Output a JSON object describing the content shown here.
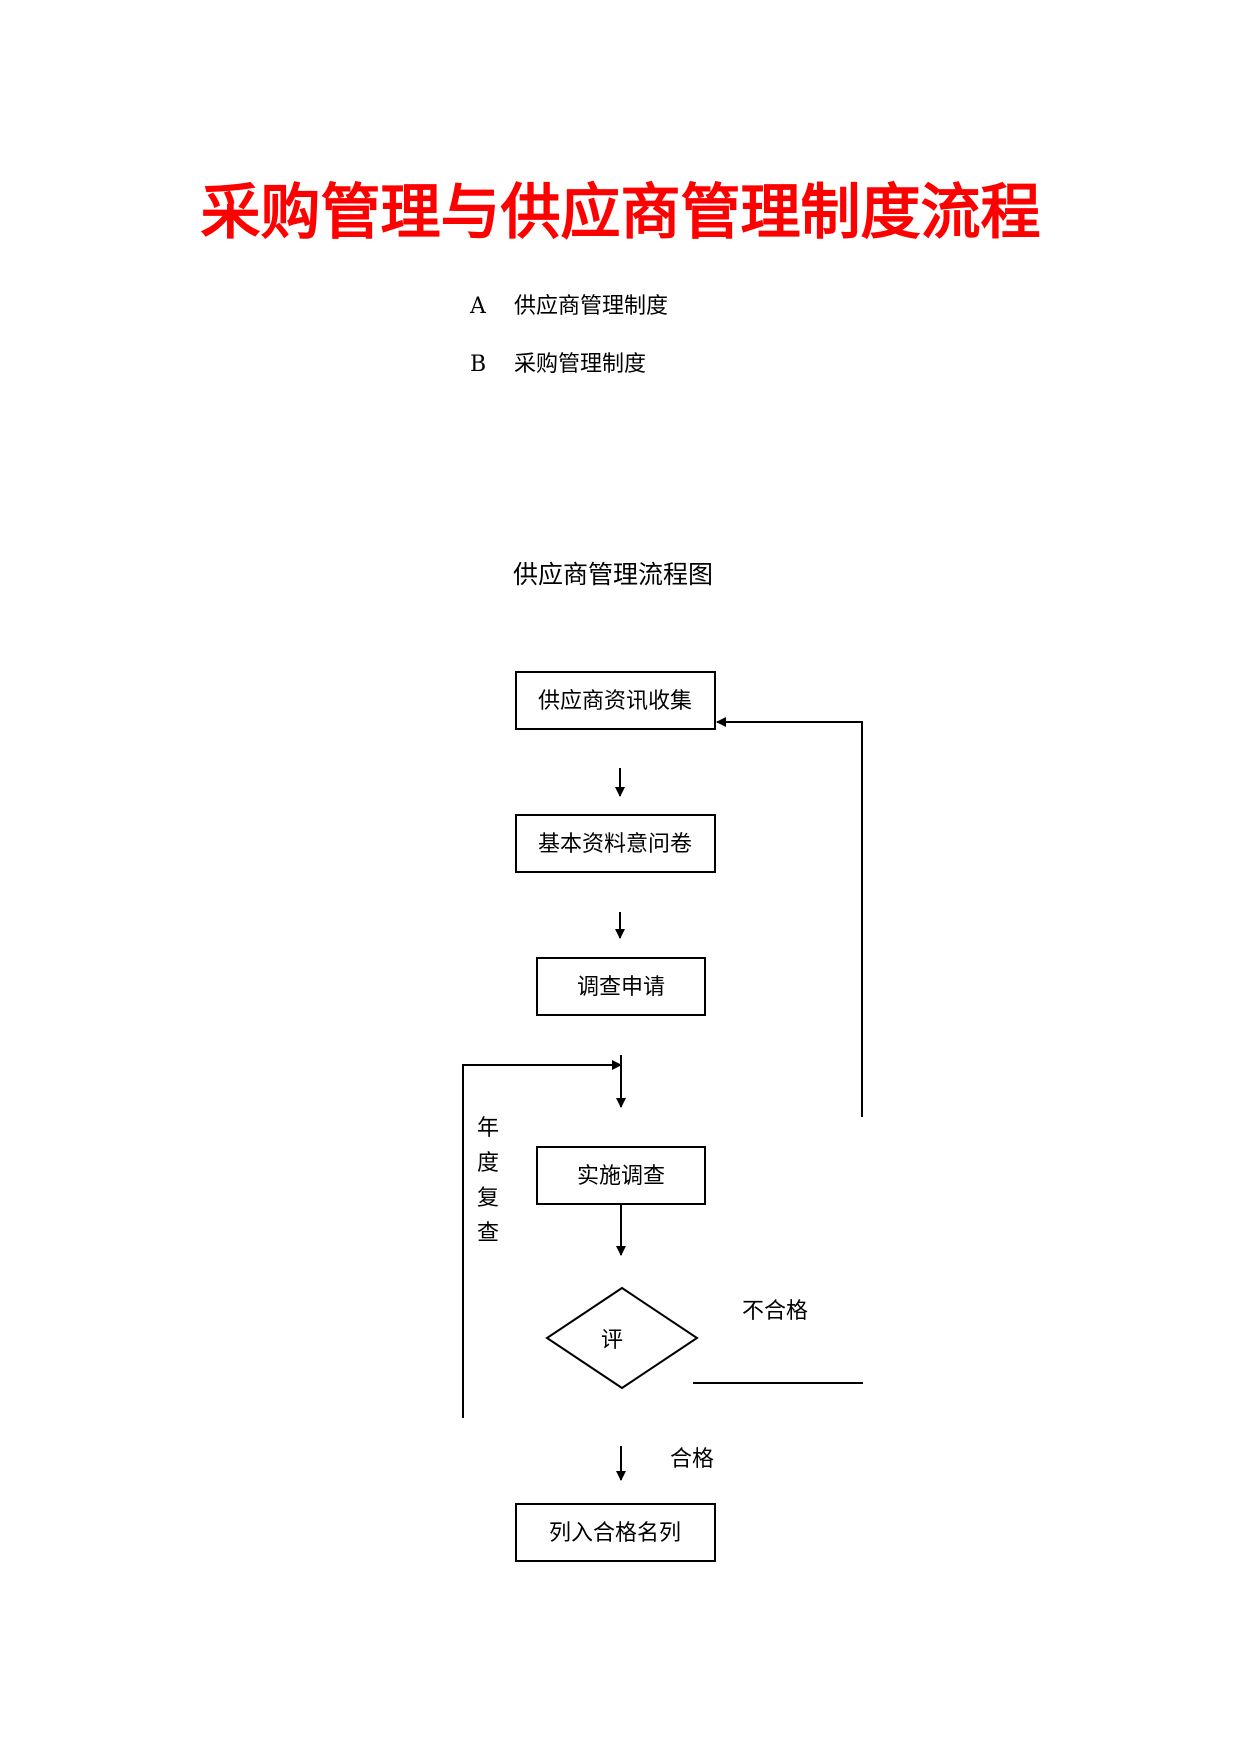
{
  "document": {
    "title": "采购管理与供应商管理制度流程",
    "toc": [
      {
        "letter": "A",
        "label": "供应商管理制度"
      },
      {
        "letter": "B",
        "label": "采购管理制度"
      }
    ]
  },
  "flowchart": {
    "title": "供应商管理流程图",
    "nodes": {
      "collect": "供应商资讯收集",
      "questionnaire": "基本资料意问卷",
      "survey_request": "调查申请",
      "conduct_survey": "实施调查",
      "evaluate": "评",
      "qualified_list": "列入合格名列"
    },
    "side_label": [
      "年",
      "度",
      "复",
      "查"
    ],
    "edge_labels": {
      "fail": "不合格",
      "pass": "合格"
    }
  }
}
